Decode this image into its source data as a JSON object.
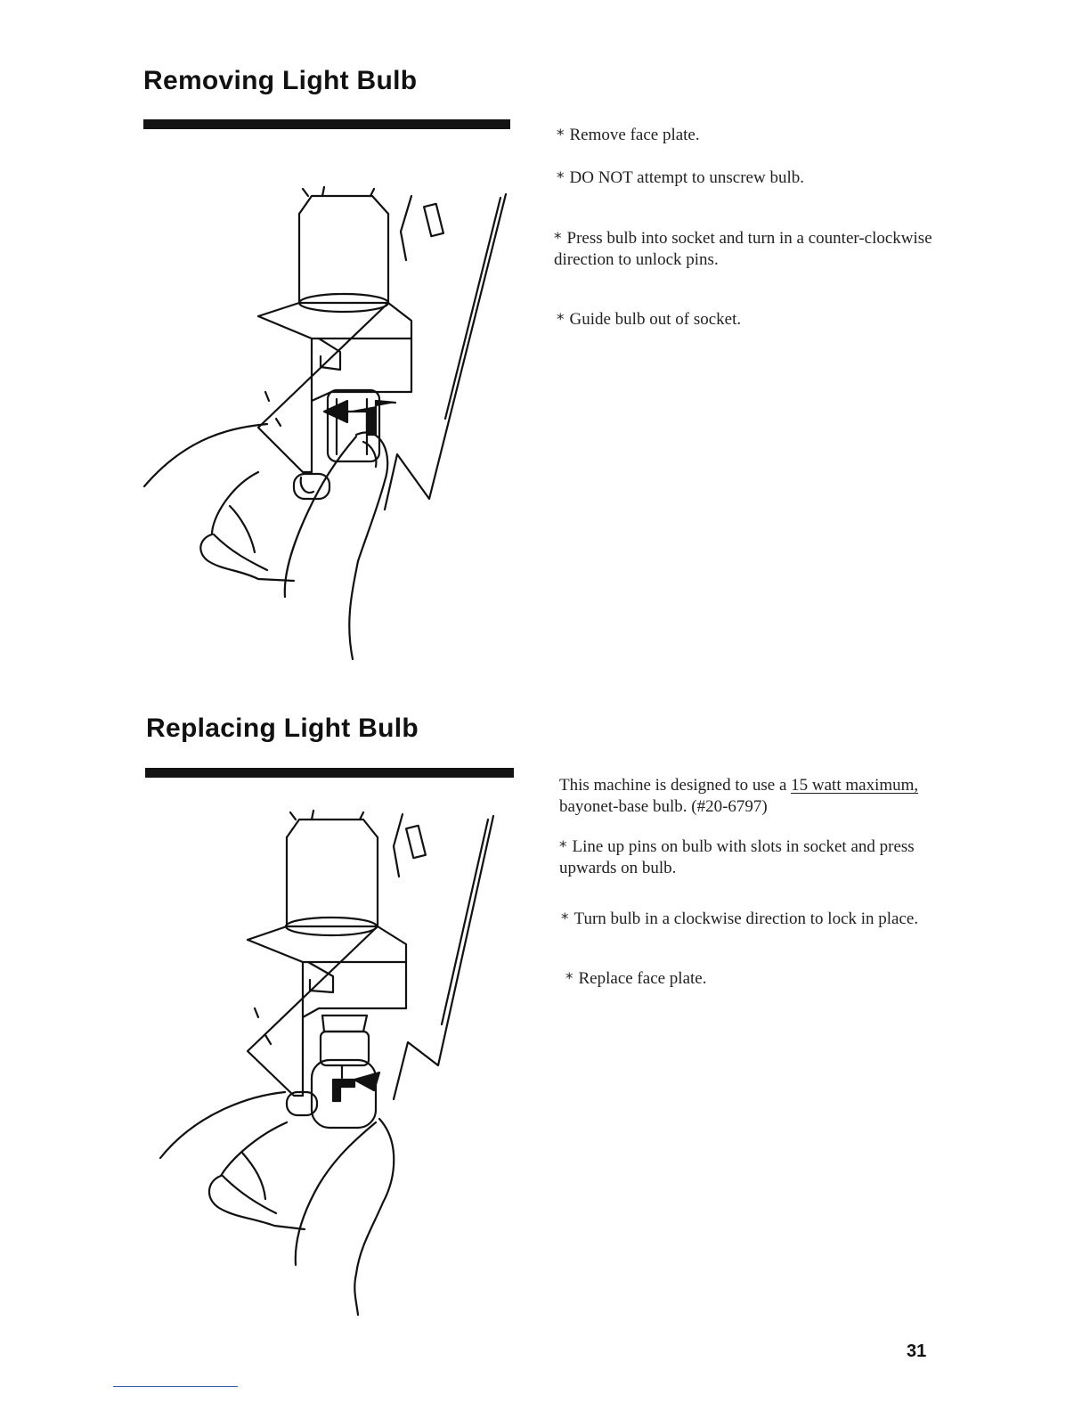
{
  "removing": {
    "title": "Removing Light Bulb",
    "steps": [
      {
        "star": "*",
        "text": "Remove face plate."
      },
      {
        "star": "*",
        "text": "DO NOT attempt to unscrew bulb."
      },
      {
        "star": "*",
        "text": "Press bulb into socket and turn in a counter-clockwise direction to unlock pins."
      },
      {
        "star": "*",
        "text": "Guide bulb out of socket."
      }
    ]
  },
  "replacing": {
    "title": "Replacing Light Bulb",
    "intro_before": "This machine is designed to use a ",
    "intro_underlined": "15 watt maximum,",
    "intro_after": " bayonet-base bulb. (#20-6797)",
    "steps": [
      {
        "star": "*",
        "text": "Line up pins on bulb with slots in socket and press upwards on bulb."
      },
      {
        "star": "*",
        "text": "Turn bulb in a clockwise direction to lock in place."
      },
      {
        "star": "*",
        "text": "Replace face plate."
      }
    ]
  },
  "page_number": "31"
}
